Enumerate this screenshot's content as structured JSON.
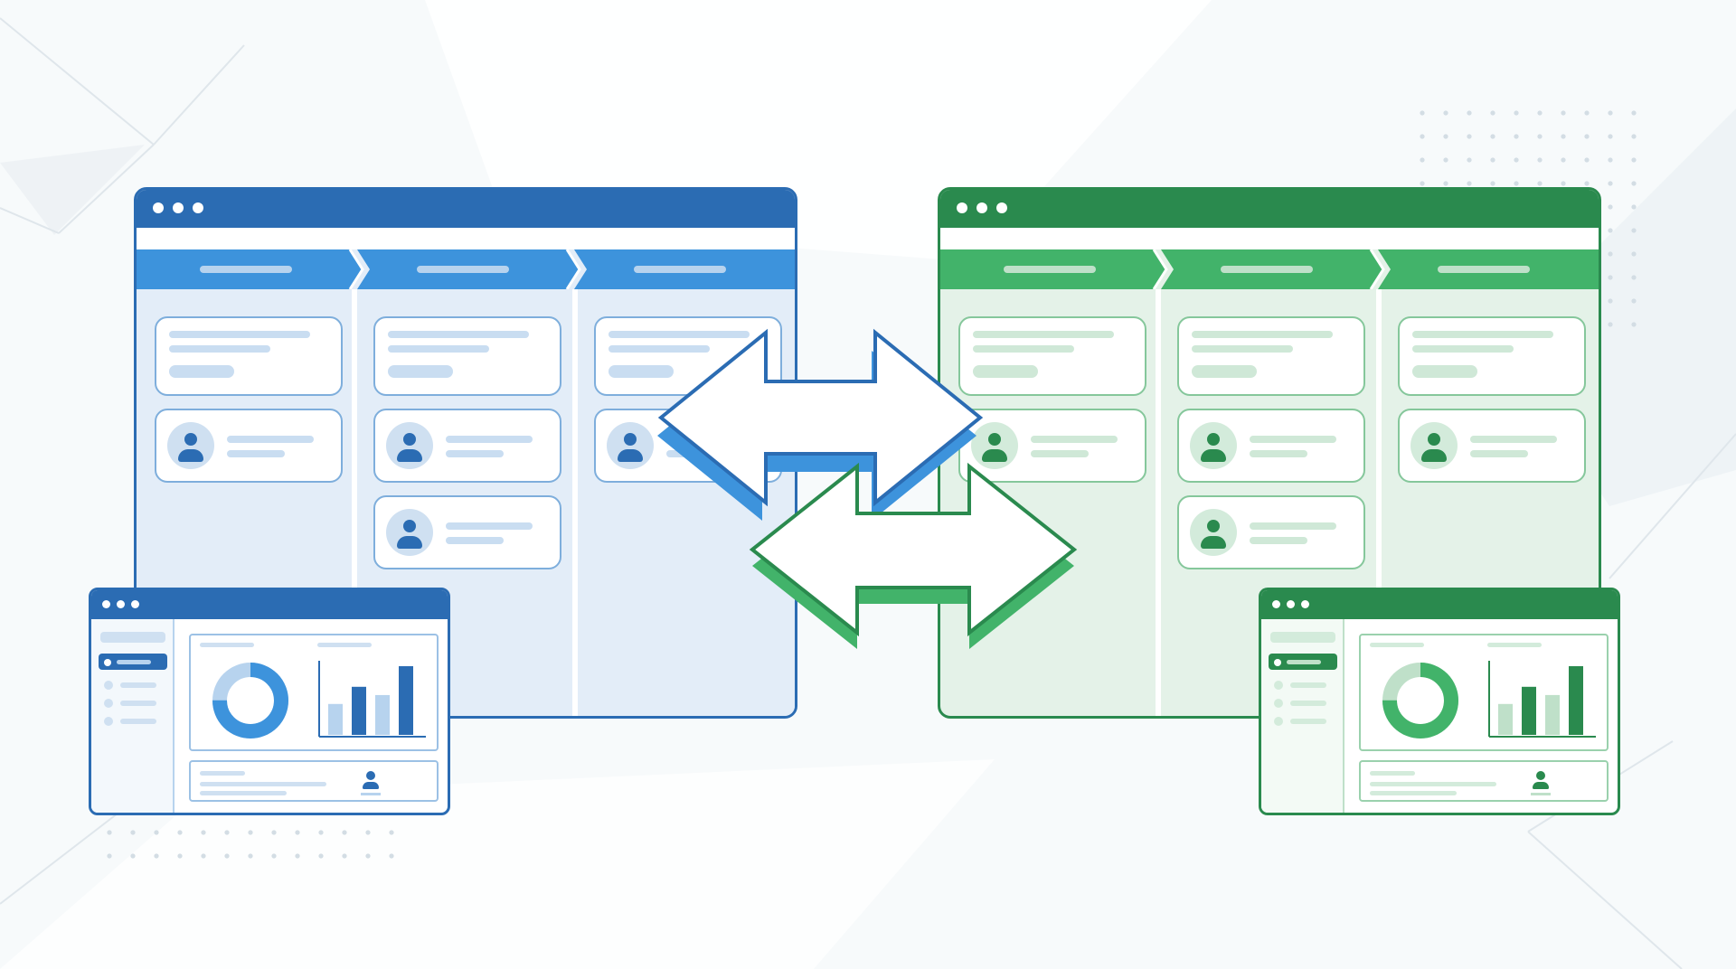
{
  "colors": {
    "blue_dark": "#2b6cb3",
    "blue_mid": "#3d93dc",
    "blue_light": "#e3edf8",
    "blue_pale": "#b7d3ee",
    "green_dark": "#2a8a4e",
    "green_mid": "#42b36a",
    "green_light": "#e4f2e8",
    "green_pale": "#bfe0c9"
  },
  "left_board": {
    "theme": "blue",
    "columns": [
      {
        "stage_icon": "chevron-stage",
        "cards": [
          "text-card",
          "user-card"
        ]
      },
      {
        "stage_icon": "chevron-stage",
        "cards": [
          "text-card",
          "user-card",
          "user-card"
        ]
      },
      {
        "stage_icon": "chevron-stage",
        "cards": [
          "text-card",
          "user-card"
        ]
      }
    ]
  },
  "right_board": {
    "theme": "green",
    "columns": [
      {
        "stage_icon": "chevron-stage",
        "cards": [
          "text-card",
          "user-card"
        ]
      },
      {
        "stage_icon": "chevron-stage",
        "cards": [
          "text-card",
          "user-card",
          "user-card"
        ]
      },
      {
        "stage_icon": "chevron-stage",
        "cards": [
          "text-card",
          "user-card"
        ]
      }
    ]
  },
  "dashboards": {
    "left": {
      "theme": "blue",
      "bar_chart": [
        0.45,
        0.7,
        0.58,
        1.0
      ],
      "donut_segments": [
        0.75,
        0.25
      ]
    },
    "right": {
      "theme": "green",
      "bar_chart": [
        0.45,
        0.7,
        0.58,
        1.0
      ],
      "donut_segments": [
        0.75,
        0.25
      ]
    }
  },
  "sync_arrows": [
    "blue-double-arrow",
    "green-double-arrow"
  ]
}
